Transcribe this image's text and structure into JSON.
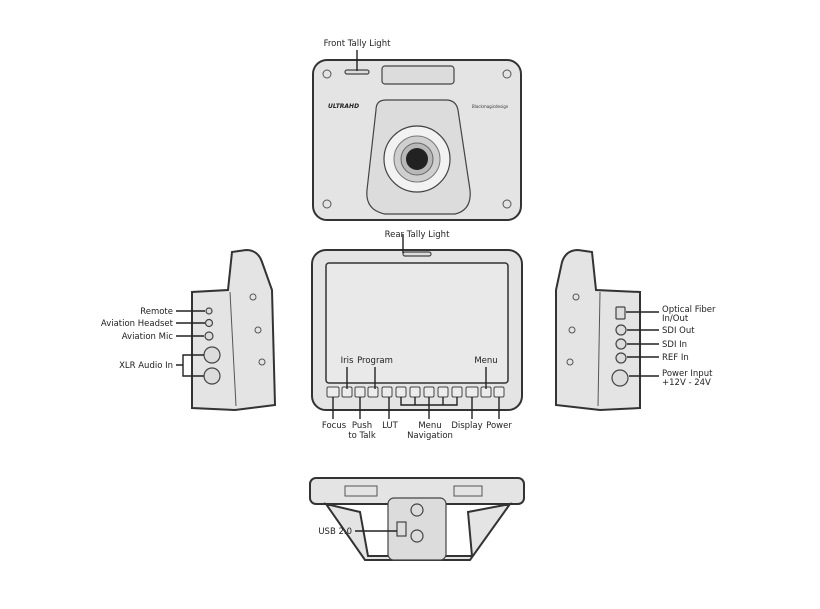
{
  "labels": {
    "front_tally": "Front Tally Light",
    "rear_tally": "Rear Tally Light",
    "remote": "Remote",
    "aviation_headset": "Aviation Headset",
    "aviation_mic": "Aviation Mic",
    "xlr_audio_in": "XLR Audio In",
    "iris": "Iris",
    "program": "Program",
    "menu": "Menu",
    "focus": "Focus",
    "push": "Push",
    "to_talk": "to Talk",
    "lut": "LUT",
    "menu_nav_1": "Menu",
    "menu_nav_2": "Navigation",
    "display": "Display",
    "power": "Power",
    "optical_1": "Optical Fiber",
    "optical_2": "In/Out",
    "sdi_out": "SDI Out",
    "sdi_in": "SDI In",
    "ref_in": "REF In",
    "power_input_1": "Power Input",
    "power_input_2": "+12V - 24V",
    "usb": "USB 2.0"
  },
  "logos": {
    "ultrahd": "ULTRAHD",
    "brand": "Blackmagicdesign"
  }
}
